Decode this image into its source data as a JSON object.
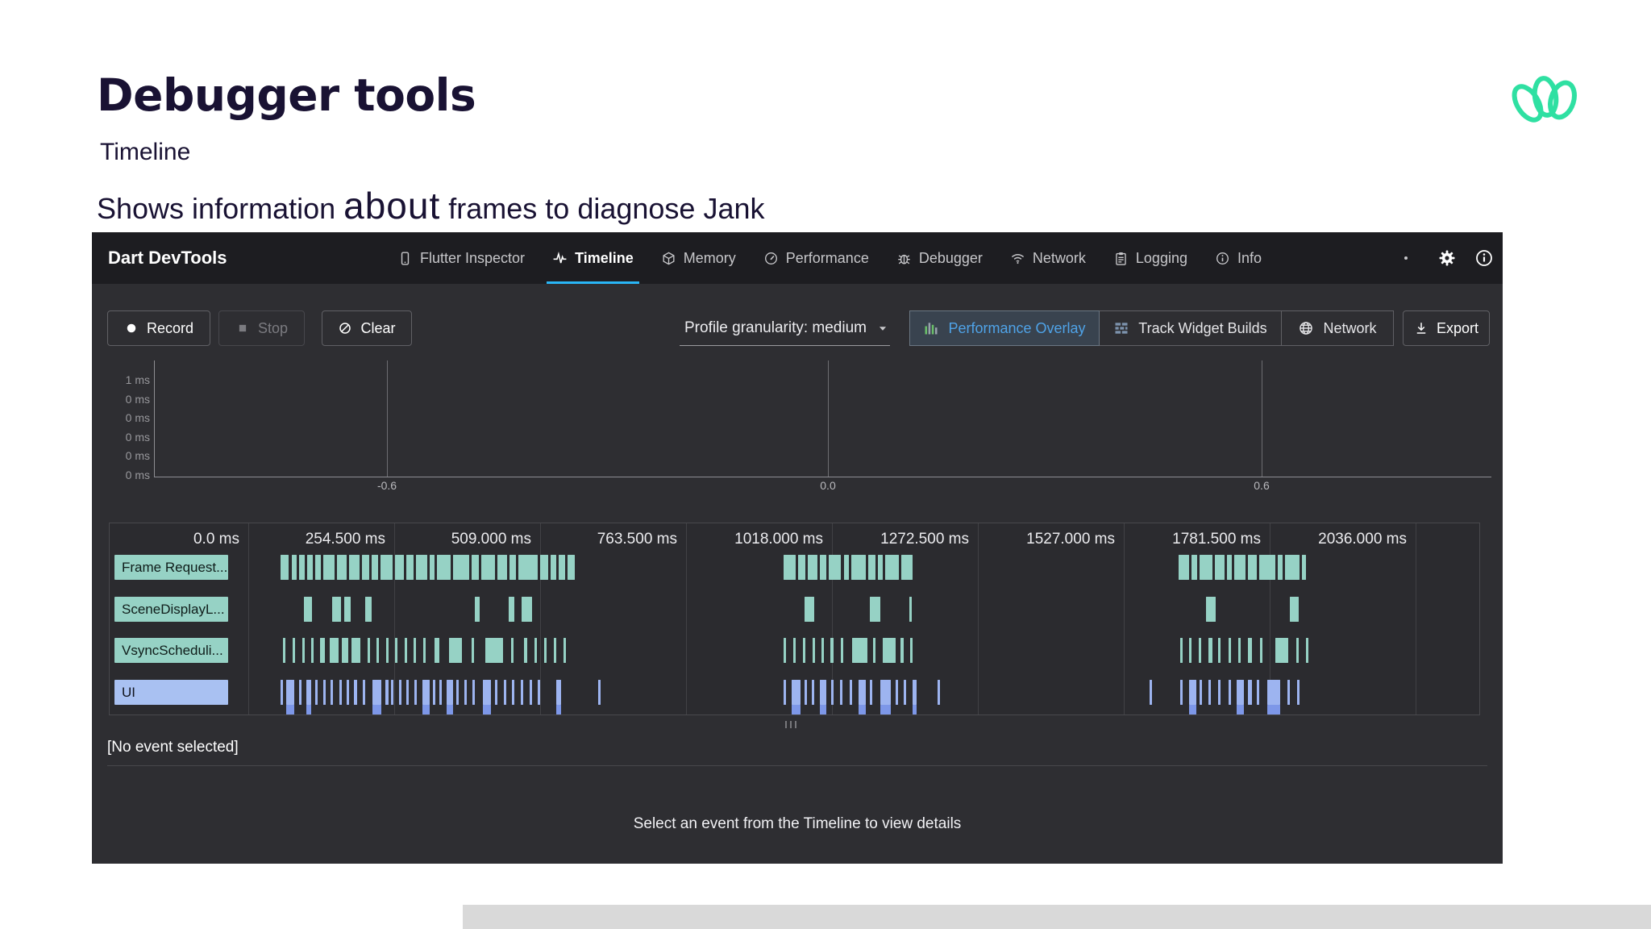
{
  "slide": {
    "title": "Debugger tools",
    "subtitle": "Timeline",
    "description_parts": [
      "Shows information ",
      "about",
      " frames to diagnose Jank"
    ],
    "logo_icon": "teal-loops-logo",
    "logo_color": "#2fe0a2"
  },
  "devtools": {
    "app_title": "Dart DevTools",
    "tabs": [
      {
        "label": "Flutter Inspector",
        "icon": "phone-icon",
        "active": false
      },
      {
        "label": "Timeline",
        "icon": "pulse-icon",
        "active": true
      },
      {
        "label": "Memory",
        "icon": "package-icon",
        "active": false
      },
      {
        "label": "Performance",
        "icon": "gauge-icon",
        "active": false
      },
      {
        "label": "Debugger",
        "icon": "bug-icon",
        "active": false
      },
      {
        "label": "Network",
        "icon": "wifi-icon",
        "active": false
      },
      {
        "label": "Logging",
        "icon": "clipboard-icon",
        "active": false
      },
      {
        "label": "Info",
        "icon": "info-icon",
        "active": false
      }
    ],
    "appbar_right_icons": [
      "overflow-dot-icon",
      "gear-icon",
      "info-circle-icon"
    ],
    "toolbar": {
      "record": "Record",
      "stop": "Stop",
      "clear": "Clear",
      "granularity": "Profile granularity: medium",
      "perf_overlay": "Performance Overlay",
      "track_widget_builds": "Track Widget Builds",
      "network": "Network",
      "export": "Export"
    },
    "status": {
      "no_event": "[No event selected]",
      "hint": "Select an event from the Timeline to view details"
    }
  },
  "chart_data": [
    {
      "type": "line",
      "name": "frame-time-mini-chart",
      "title": "",
      "y_tick_labels": [
        "1 ms",
        "0 ms",
        "0 ms",
        "0 ms",
        "0 ms",
        "0 ms"
      ],
      "x_tick_labels": [
        "-0.6",
        "0.0",
        "0.6"
      ],
      "series": [],
      "note": "empty chart: axes and three vertical gridlines only, no data plotted"
    },
    {
      "type": "flame-timeline",
      "name": "timeline-events",
      "time_labels": [
        "0.0 ms",
        "254.500 ms",
        "509.000 ms",
        "763.500 ms",
        "1018.000 ms",
        "1272.500 ms",
        "1527.000 ms",
        "1781.500 ms",
        "2036.000 ms"
      ],
      "rows": [
        {
          "label": "Frame Request...",
          "color": "#96d2c5",
          "chip_text_color": "#0f1d1a",
          "bars": [
            [
              0.026,
              0.007
            ],
            [
              0.035,
              0.004
            ],
            [
              0.041,
              0.005
            ],
            [
              0.048,
              0.004
            ],
            [
              0.054,
              0.005
            ],
            [
              0.061,
              0.009
            ],
            [
              0.072,
              0.008
            ],
            [
              0.082,
              0.008
            ],
            [
              0.092,
              0.006
            ],
            [
              0.1,
              0.005
            ],
            [
              0.107,
              0.01
            ],
            [
              0.119,
              0.007
            ],
            [
              0.128,
              0.006
            ],
            [
              0.136,
              0.009
            ],
            [
              0.147,
              0.004
            ],
            [
              0.153,
              0.011
            ],
            [
              0.166,
              0.013
            ],
            [
              0.181,
              0.006
            ],
            [
              0.189,
              0.011
            ],
            [
              0.202,
              0.008
            ],
            [
              0.212,
              0.005
            ],
            [
              0.219,
              0.016
            ],
            [
              0.237,
              0.006
            ],
            [
              0.245,
              0.005
            ],
            [
              0.252,
              0.005
            ],
            [
              0.259,
              0.006
            ],
            [
              0.434,
              0.01
            ],
            [
              0.446,
              0.006
            ],
            [
              0.454,
              0.008
            ],
            [
              0.464,
              0.005
            ],
            [
              0.471,
              0.01
            ],
            [
              0.483,
              0.004
            ],
            [
              0.489,
              0.012
            ],
            [
              0.503,
              0.006
            ],
            [
              0.511,
              0.004
            ],
            [
              0.517,
              0.011
            ],
            [
              0.53,
              0.009
            ],
            [
              0.755,
              0.008
            ],
            [
              0.765,
              0.005
            ],
            [
              0.772,
              0.01
            ],
            [
              0.784,
              0.008
            ],
            [
              0.794,
              0.004
            ],
            [
              0.8,
              0.009
            ],
            [
              0.811,
              0.007
            ],
            [
              0.82,
              0.013
            ],
            [
              0.835,
              0.004
            ],
            [
              0.841,
              0.012
            ],
            [
              0.855,
              0.003
            ]
          ]
        },
        {
          "label": "SceneDisplayL...",
          "color": "#96d2c5",
          "chip_text_color": "#0f1d1a",
          "bars": [
            [
              0.045,
              0.007
            ],
            [
              0.068,
              0.007
            ],
            [
              0.078,
              0.005
            ],
            [
              0.095,
              0.005
            ],
            [
              0.184,
              0.004
            ],
            [
              0.211,
              0.005
            ],
            [
              0.222,
              0.008
            ],
            [
              0.451,
              0.008
            ],
            [
              0.504,
              0.009
            ],
            [
              0.536,
              0.002
            ],
            [
              0.777,
              0.008
            ],
            [
              0.845,
              0.007
            ]
          ]
        },
        {
          "label": "VsyncScheduli...",
          "color": "#96d2c5",
          "chip_text_color": "#0f1d1a",
          "bars": [
            [
              0.028,
              0.002
            ],
            [
              0.036,
              0.002
            ],
            [
              0.044,
              0.002
            ],
            [
              0.051,
              0.002
            ],
            [
              0.058,
              0.004
            ],
            [
              0.066,
              0.007
            ],
            [
              0.076,
              0.005
            ],
            [
              0.084,
              0.007
            ],
            [
              0.097,
              0.002
            ],
            [
              0.104,
              0.002
            ],
            [
              0.112,
              0.002
            ],
            [
              0.119,
              0.002
            ],
            [
              0.127,
              0.002
            ],
            [
              0.134,
              0.002
            ],
            [
              0.142,
              0.002
            ],
            [
              0.151,
              0.004
            ],
            [
              0.163,
              0.01
            ],
            [
              0.181,
              0.002
            ],
            [
              0.192,
              0.015
            ],
            [
              0.213,
              0.002
            ],
            [
              0.224,
              0.002
            ],
            [
              0.232,
              0.002
            ],
            [
              0.24,
              0.002
            ],
            [
              0.248,
              0.002
            ],
            [
              0.256,
              0.002
            ],
            [
              0.434,
              0.002
            ],
            [
              0.442,
              0.002
            ],
            [
              0.45,
              0.002
            ],
            [
              0.458,
              0.002
            ],
            [
              0.465,
              0.002
            ],
            [
              0.472,
              0.003
            ],
            [
              0.481,
              0.002
            ],
            [
              0.49,
              0.012
            ],
            [
              0.507,
              0.002
            ],
            [
              0.515,
              0.01
            ],
            [
              0.529,
              0.003
            ],
            [
              0.537,
              0.002
            ],
            [
              0.756,
              0.002
            ],
            [
              0.763,
              0.002
            ],
            [
              0.771,
              0.002
            ],
            [
              0.779,
              0.003
            ],
            [
              0.787,
              0.002
            ],
            [
              0.795,
              0.002
            ],
            [
              0.803,
              0.002
            ],
            [
              0.811,
              0.003
            ],
            [
              0.821,
              0.002
            ],
            [
              0.833,
              0.011
            ],
            [
              0.85,
              0.002
            ],
            [
              0.858,
              0.002
            ]
          ]
        },
        {
          "label": "UI",
          "color": "#9db4f0",
          "sub_color": "#7d97e8",
          "chip_color": "#a9c1f2",
          "chip_text_color": "#10131c",
          "bars": [
            [
              0.026,
              0.002
            ],
            [
              0.031,
              0.006
            ],
            [
              0.041,
              0.002
            ],
            [
              0.047,
              0.004
            ],
            [
              0.054,
              0.002
            ],
            [
              0.061,
              0.002
            ],
            [
              0.067,
              0.002
            ],
            [
              0.074,
              0.002
            ],
            [
              0.08,
              0.002
            ],
            [
              0.086,
              0.002
            ],
            [
              0.093,
              0.002
            ],
            [
              0.101,
              0.007
            ],
            [
              0.111,
              0.003
            ],
            [
              0.116,
              0.002
            ],
            [
              0.122,
              0.002
            ],
            [
              0.128,
              0.002
            ],
            [
              0.135,
              0.002
            ],
            [
              0.141,
              0.006
            ],
            [
              0.15,
              0.002
            ],
            [
              0.155,
              0.002
            ],
            [
              0.161,
              0.005
            ],
            [
              0.169,
              0.002
            ],
            [
              0.175,
              0.002
            ],
            [
              0.182,
              0.002
            ],
            [
              0.19,
              0.007
            ],
            [
              0.2,
              0.002
            ],
            [
              0.207,
              0.002
            ],
            [
              0.214,
              0.002
            ],
            [
              0.221,
              0.002
            ],
            [
              0.228,
              0.002
            ],
            [
              0.235,
              0.002
            ],
            [
              0.25,
              0.004
            ],
            [
              0.284,
              0.002
            ],
            [
              0.434,
              0.002
            ],
            [
              0.441,
              0.007
            ],
            [
              0.451,
              0.002
            ],
            [
              0.457,
              0.002
            ],
            [
              0.464,
              0.005
            ],
            [
              0.473,
              0.002
            ],
            [
              0.48,
              0.002
            ],
            [
              0.488,
              0.002
            ],
            [
              0.495,
              0.006
            ],
            [
              0.504,
              0.002
            ],
            [
              0.513,
              0.008
            ],
            [
              0.525,
              0.002
            ],
            [
              0.532,
              0.002
            ],
            [
              0.539,
              0.003
            ],
            [
              0.559,
              0.002
            ],
            [
              0.731,
              0.002
            ],
            [
              0.756,
              0.002
            ],
            [
              0.763,
              0.006
            ],
            [
              0.772,
              0.002
            ],
            [
              0.779,
              0.002
            ],
            [
              0.787,
              0.002
            ],
            [
              0.795,
              0.002
            ],
            [
              0.802,
              0.006
            ],
            [
              0.811,
              0.003
            ],
            [
              0.818,
              0.002
            ],
            [
              0.827,
              0.01
            ],
            [
              0.843,
              0.002
            ],
            [
              0.851,
              0.002
            ]
          ],
          "sub_bars": [
            [
              0.031,
              0.006
            ],
            [
              0.047,
              0.004
            ],
            [
              0.101,
              0.007
            ],
            [
              0.141,
              0.006
            ],
            [
              0.161,
              0.005
            ],
            [
              0.19,
              0.007
            ],
            [
              0.25,
              0.004
            ],
            [
              0.441,
              0.007
            ],
            [
              0.464,
              0.005
            ],
            [
              0.495,
              0.006
            ],
            [
              0.513,
              0.008
            ],
            [
              0.539,
              0.003
            ],
            [
              0.763,
              0.006
            ],
            [
              0.802,
              0.006
            ],
            [
              0.827,
              0.01
            ]
          ]
        }
      ]
    }
  ],
  "colors": {
    "accent_blue": "#29b6f6",
    "perf_overlay_blue": "#4fa3e8",
    "teal_bar": "#96d2c5",
    "ui_bar": "#9db4f0",
    "ui_sub_bar": "#7d97e8",
    "window_bg": "#2e2e32",
    "appbar_bg": "#1d1d21",
    "title_navy": "#191233",
    "logo_teal": "#2fe0a2"
  }
}
